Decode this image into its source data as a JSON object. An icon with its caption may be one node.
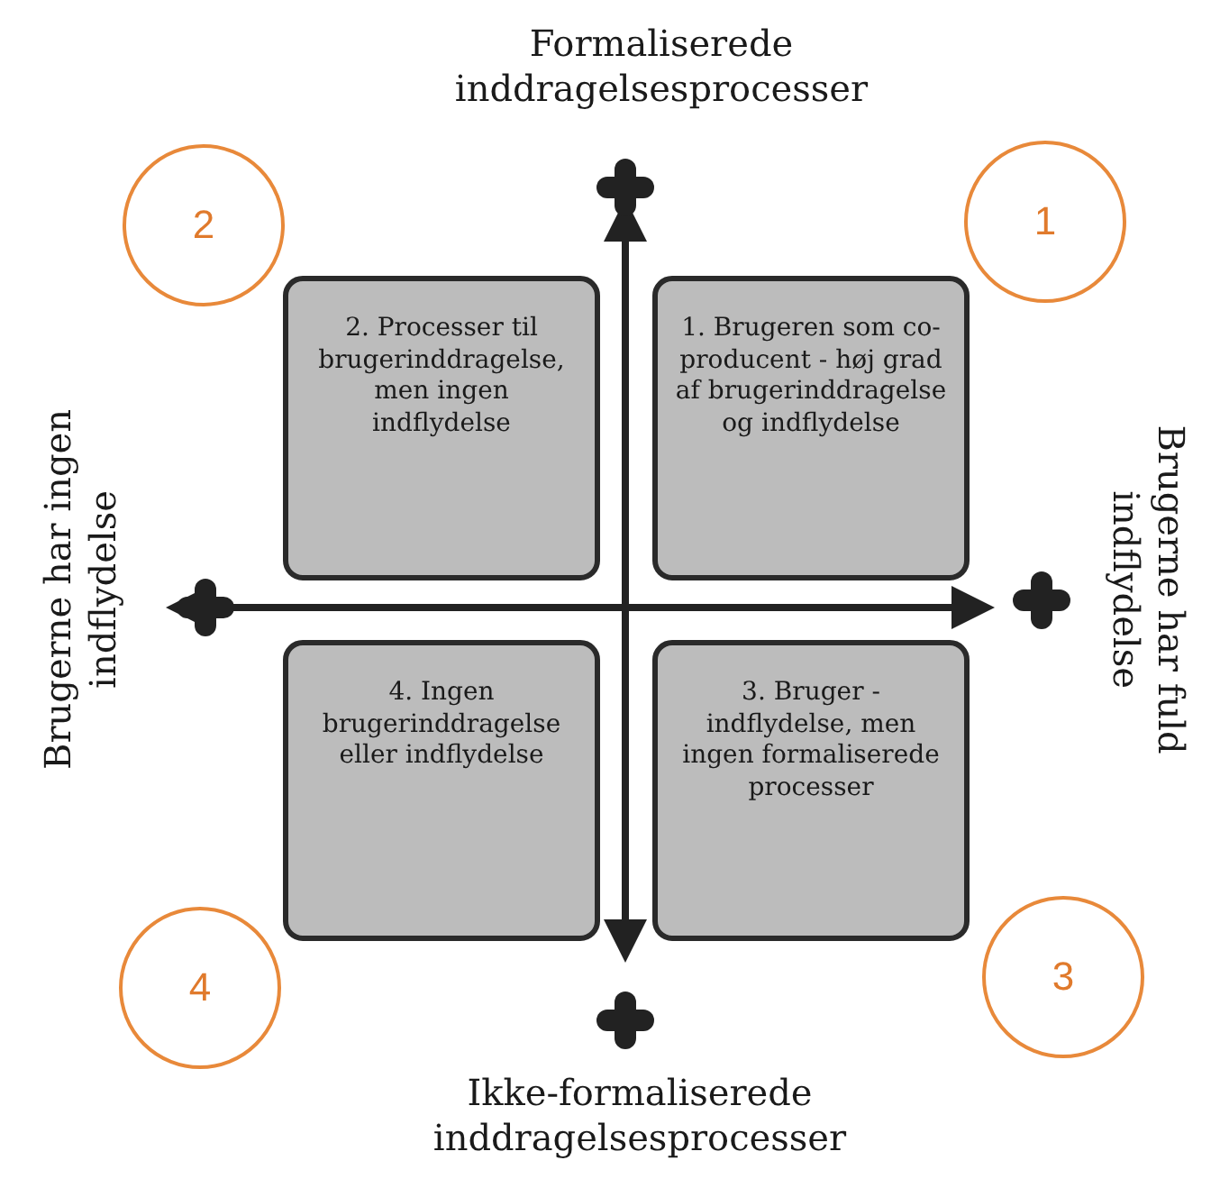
{
  "diagram": {
    "nodes": [
      {
        "text": [
          "2"
        ]
      },
      {
        "text": [
          "1"
        ]
      },
      {
        "text": [
          "2. Processer til brugerinddragelse, men ingen indflydelse"
        ]
      },
      {
        "text": [
          "1. Brugeren som co-producent - høj grad af brugerinddragelse og indflydelse"
        ]
      },
      {
        "text": [
          "4. Ingen brugerinddragelse eller indflydelse"
        ]
      },
      {
        "text": [
          "3. Bruger -indflydelse, men ingen formaliserede processer"
        ]
      },
      {
        "text": [
          "4"
        ]
      },
      {
        "text": [
          "3"
        ]
      }
    ],
    "edges": [],
    "labels": [
      "Formaliserede inddragelsesprocesser",
      "Brugerne har ingen indflydelse",
      "Brugerne har fuld indflydelse",
      "Ikke-formaliserede inddragelsesprocesser"
    ]
  }
}
